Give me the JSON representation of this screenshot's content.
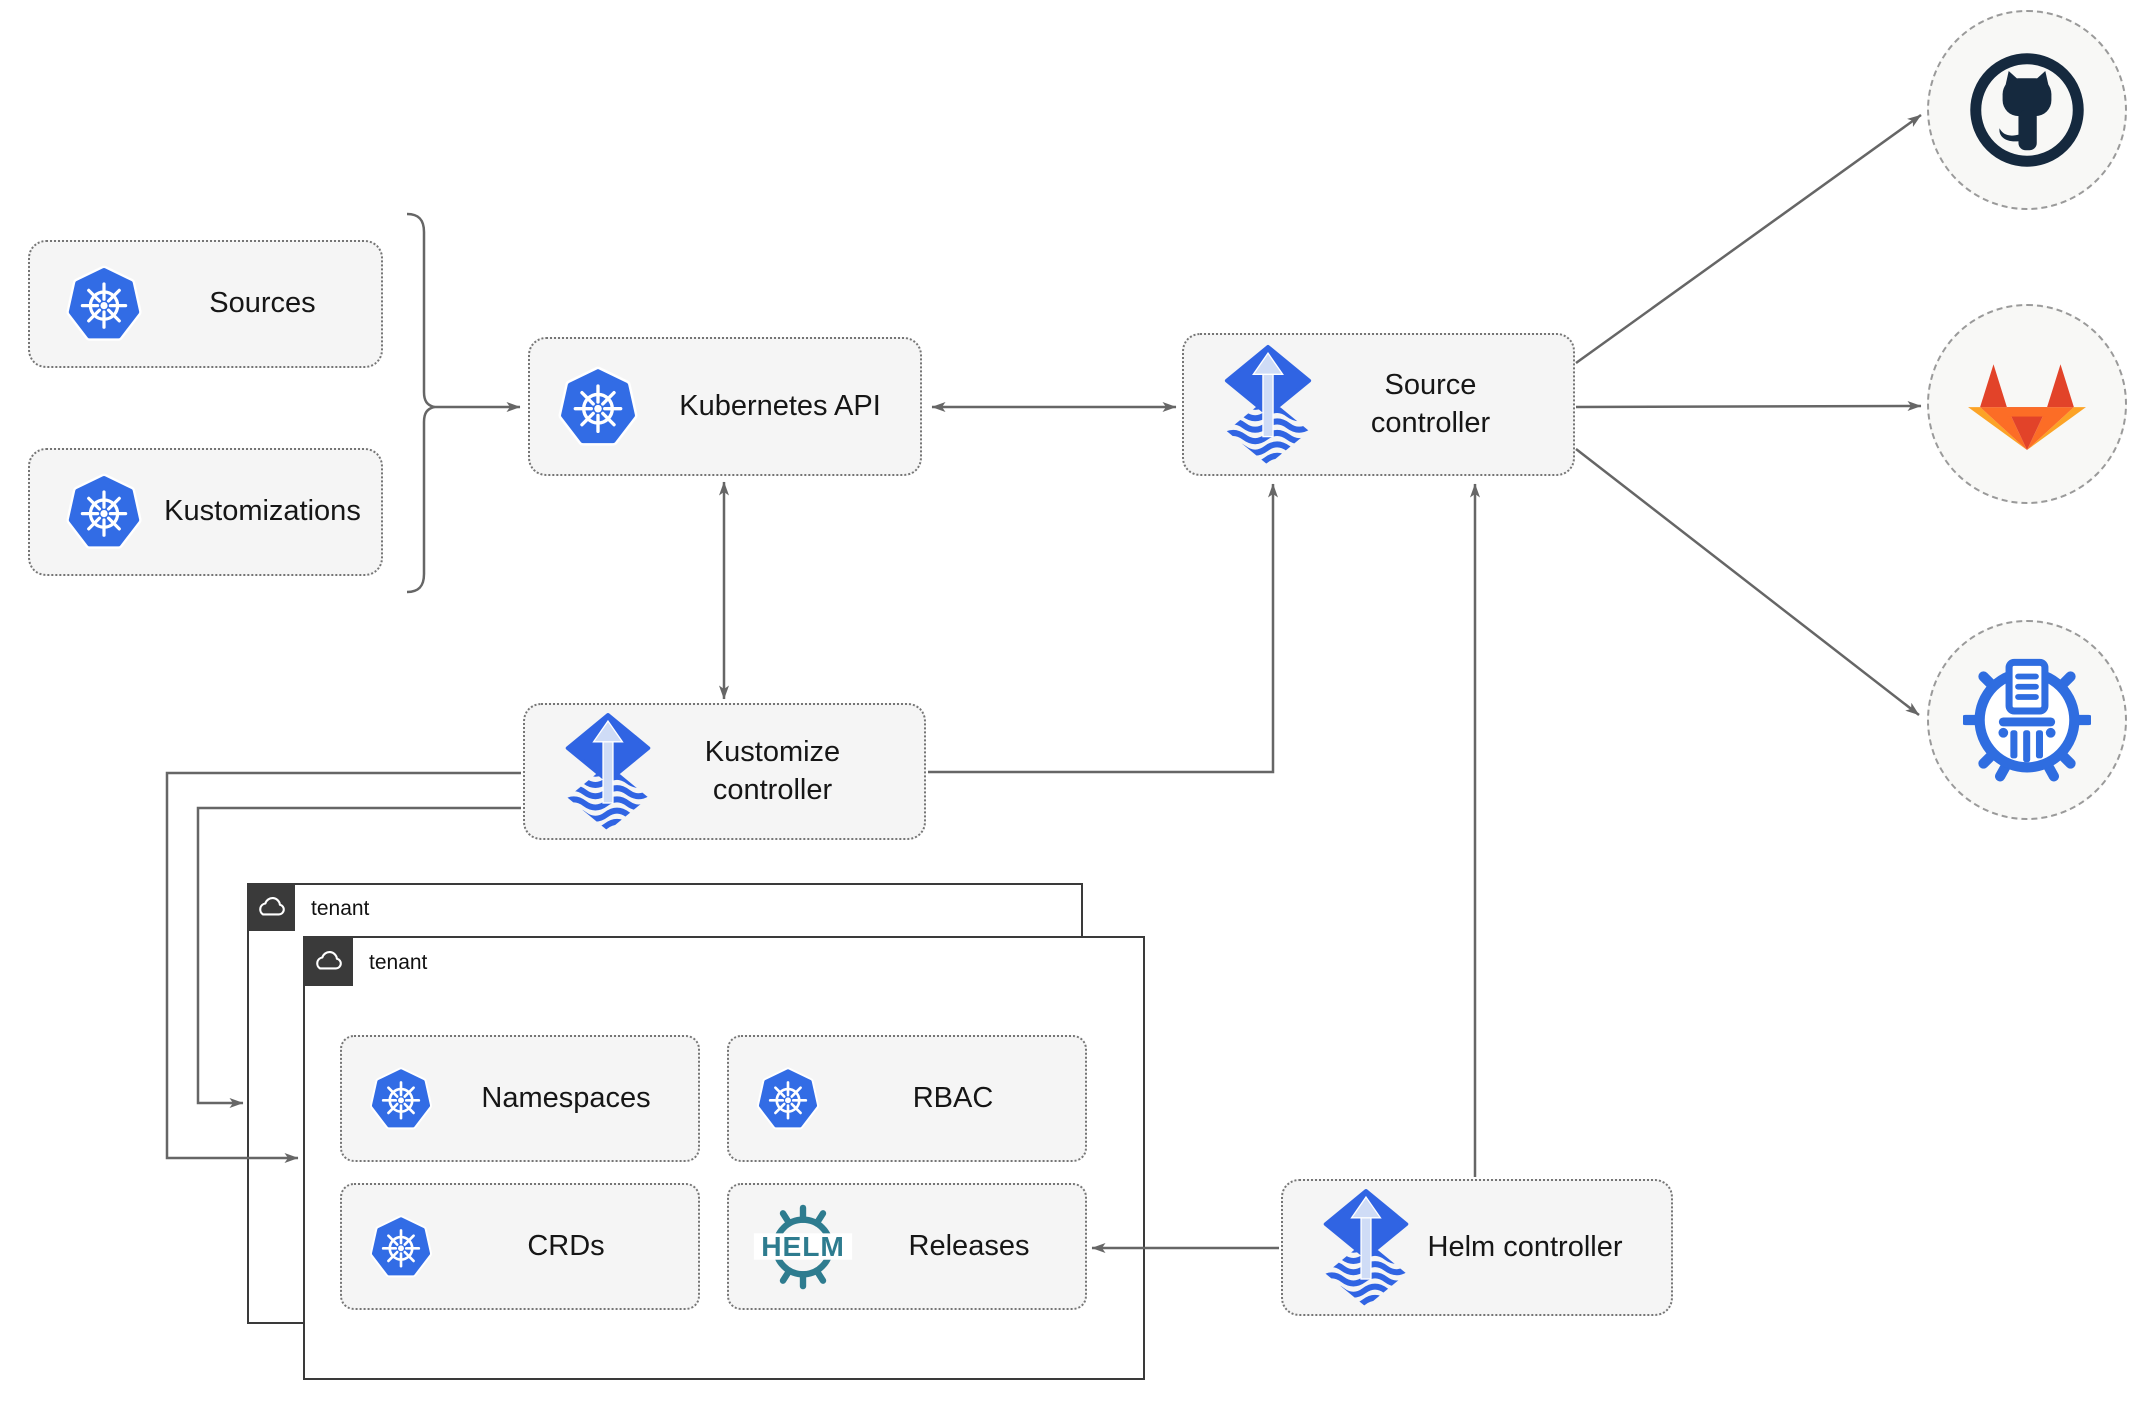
{
  "nodes": {
    "sources": {
      "label": "Sources"
    },
    "kustomizations": {
      "label": "Kustomizations"
    },
    "kubernetes_api": {
      "label": "Kubernetes API"
    },
    "source_controller": {
      "label": "Source controller"
    },
    "kustomize_controller": {
      "label": "Kustomize controller"
    },
    "helm_controller": {
      "label": "Helm controller"
    },
    "namespaces": {
      "label": "Namespaces"
    },
    "rbac": {
      "label": "RBAC"
    },
    "crds": {
      "label": "CRDs"
    },
    "releases": {
      "label": "Releases"
    }
  },
  "tenants": {
    "back": {
      "label": "tenant"
    },
    "front": {
      "label": "tenant"
    }
  },
  "logos": {
    "helm_text": "HELM"
  },
  "colors": {
    "kubernetes_blue": "#326ce5",
    "flux_blue": "#3064e3",
    "flux_arrow_light": "#cfdcf6",
    "helm_teal": "#2e7c8f",
    "github_dark": "#15293e",
    "gitlab_dark_orange": "#e24329",
    "gitlab_orange": "#fc6d26",
    "gitlab_light_orange": "#fca326",
    "chartmuseum_blue": "#2f6de0",
    "connector_gray": "#666666",
    "node_fill": "#f5f5f5",
    "node_border": "#757575",
    "tenant_border": "#3a3a3a",
    "endpoint_fill": "#f8f8f6"
  }
}
